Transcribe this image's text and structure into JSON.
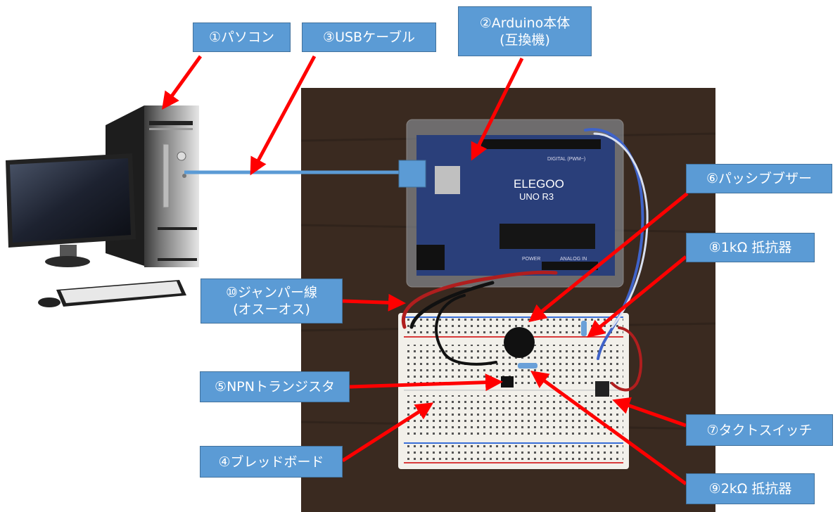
{
  "labels": {
    "pc": "①パソコン",
    "usb": "③USBケーブル",
    "arduino_line1": "②Arduino本体",
    "arduino_line2": "(互換機)",
    "buzzer": "⑥パッシブブザー",
    "r1k": "⑧1kΩ 抵抗器",
    "jumper_line1": "⑩ジャンパー線",
    "jumper_line2": "(オスーオス)",
    "transistor": "⑤NPNトランジスタ",
    "breadboard": "④ブレッドボード",
    "switch": "⑦タクトスイッチ",
    "r2k": "⑨2kΩ 抵抗器"
  },
  "board_text": {
    "brand": "ELEGOO",
    "model": "UNO R3",
    "digital": "DIGITAL (PWM~)",
    "power": "POWER",
    "analog": "ANALOG IN"
  },
  "colors": {
    "label_bg": "#5b9bd5",
    "arrow": "#ff0000",
    "usb_cable": "#5b9bd5",
    "table": "#3a2a20",
    "board": "#2a3f7a",
    "breadboard": "#f2f0ea"
  }
}
